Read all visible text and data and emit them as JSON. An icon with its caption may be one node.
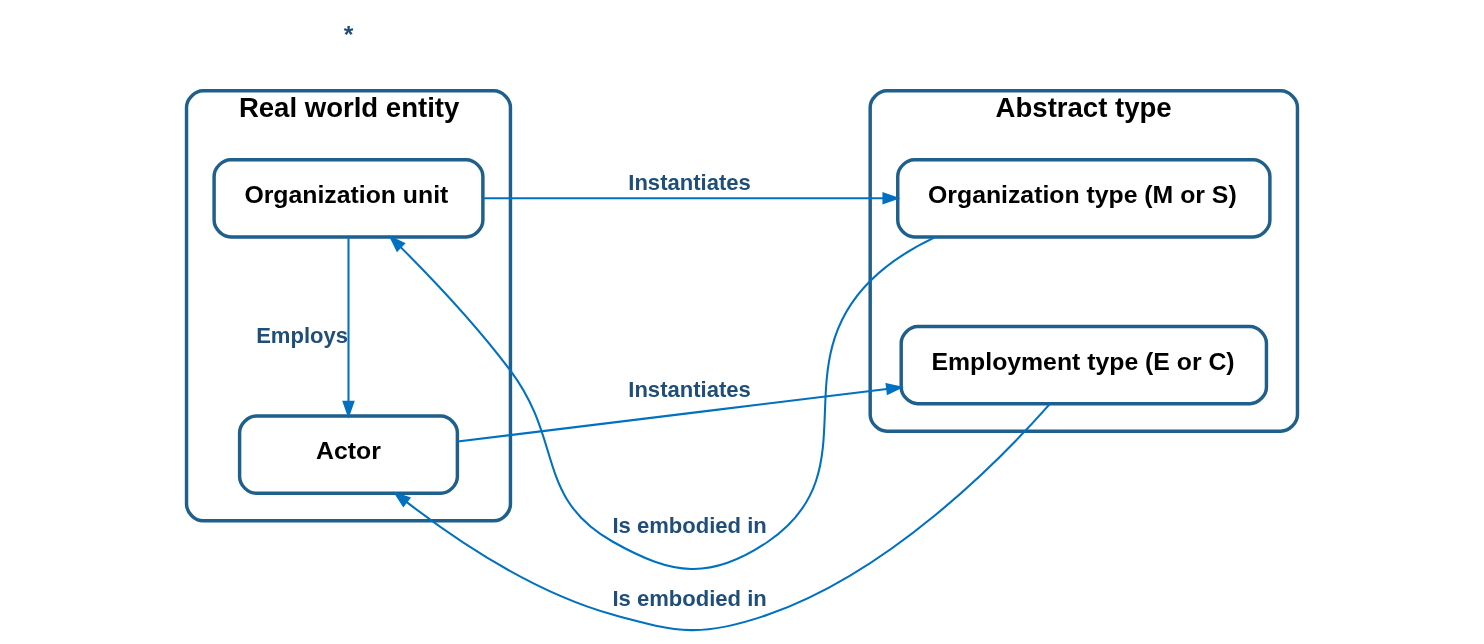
{
  "diagram": {
    "nodes": [
      {
        "text": [
          "Real world entity"
        ]
      },
      {
        "text": [
          "Organization unit"
        ],
        "in": 0
      },
      {
        "text": [
          "Actor"
        ],
        "in": 0
      },
      {
        "text": [
          "Abstract type"
        ]
      },
      {
        "text": [
          "Organization type (M or S)"
        ],
        "in": 3
      },
      {
        "text": [
          "Employment type (E or C)"
        ],
        "in": 3
      }
    ],
    "edges": [
      {
        "from": 1,
        "to": 4,
        "arrow": "to",
        "label": "Instantiates"
      },
      {
        "from": 4,
        "to": 1,
        "arrow": "to",
        "label": "Is embodied in"
      },
      {
        "from": 1,
        "to": 2,
        "arrow": "to",
        "label": "Employs"
      },
      {
        "from": 2,
        "to": 5,
        "arrow": "to",
        "label": "Instantiates"
      },
      {
        "from": 5,
        "to": 2,
        "arrow": "to",
        "label": "Is embodied in"
      }
    ],
    "labels": [
      "*"
    ]
  }
}
